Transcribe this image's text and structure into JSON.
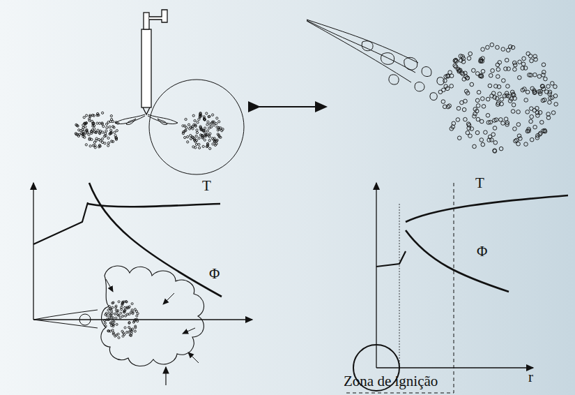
{
  "diagram": {
    "labels": [
      "T",
      "Φ",
      "T",
      "Φ",
      "r",
      "Zona de ignição"
    ]
  }
}
